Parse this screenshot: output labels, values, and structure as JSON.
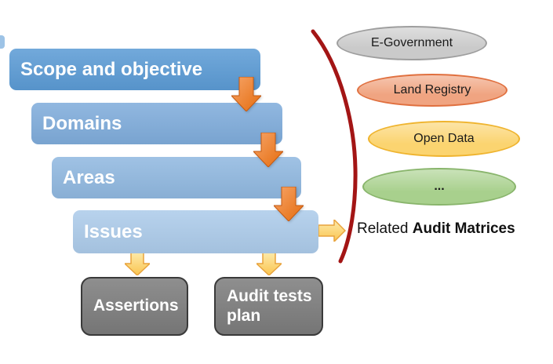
{
  "diagram": {
    "flow_bars": [
      {
        "label": "Scope and objective"
      },
      {
        "label": "Domains"
      },
      {
        "label": "Areas"
      },
      {
        "label": "Issues"
      }
    ],
    "audit_matrices": [
      {
        "label": "E-Government",
        "color": "gray"
      },
      {
        "label": "Land Registry",
        "color": "salmon"
      },
      {
        "label": "Open Data",
        "color": "yellow"
      },
      {
        "label": "...",
        "color": "green"
      }
    ],
    "related_text": {
      "prefix": "Related ",
      "bold": "Audit Matrices"
    },
    "outputs": [
      {
        "label": "Assertions"
      },
      {
        "label": "Audit tests plan"
      }
    ],
    "icons": [
      "down-arrow-icon",
      "right-arrow-icon",
      "divider-curve"
    ]
  },
  "colors": {
    "bar_1": "#5B9BD5",
    "bar_2": "#7FACDB",
    "bar_3": "#90B8E0",
    "bar_4": "#ACCBEA",
    "bar_text": "#FFFFFF",
    "orange_arrow": "#ED7D31",
    "orange_arrow_border": "#C55A11",
    "yellow_arrow": "#FBD470",
    "yellow_arrow_border": "#E8A33D",
    "divider_red": "#A31515",
    "ellipse_gray": "#CACACA",
    "ellipse_gray_border": "#9E9E9E",
    "ellipse_salmon": "#F0A481",
    "ellipse_salmon_border": "#E0703F",
    "ellipse_yellow": "#FBD470",
    "ellipse_yellow_border": "#EFB42F",
    "ellipse_green": "#A8D08D",
    "ellipse_green_border": "#89B56C",
    "output_box": "#7F7F7F",
    "output_box_border": "#3A3A3A",
    "output_text": "#FFFFFF",
    "label_text": "#111111"
  }
}
